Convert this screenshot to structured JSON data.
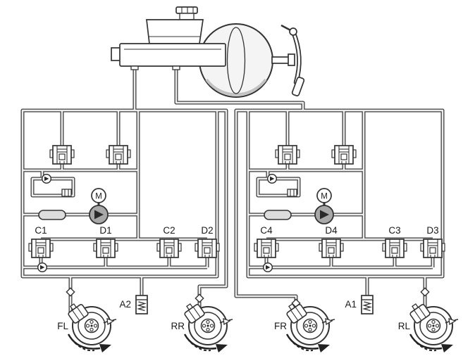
{
  "diagram": {
    "left_unit": {
      "valve_labels": [
        "C1",
        "D1",
        "C2",
        "D2"
      ],
      "motor_label": "M"
    },
    "right_unit": {
      "valve_labels": [
        "C4",
        "D4",
        "C3",
        "D3"
      ],
      "motor_label": "M"
    },
    "accumulator_left_label": "A2",
    "accumulator_right_label": "A1",
    "wheel_labels": [
      "FL",
      "RR",
      "FR",
      "RL"
    ],
    "colors": {
      "pipe_outline": "#3d3d3d",
      "pipe_core": "#ececec",
      "component_line": "#333333",
      "pump_fill": "#a8a8a8",
      "accumulator_fill": "#dcdcdc",
      "background": "#ffffff"
    }
  }
}
